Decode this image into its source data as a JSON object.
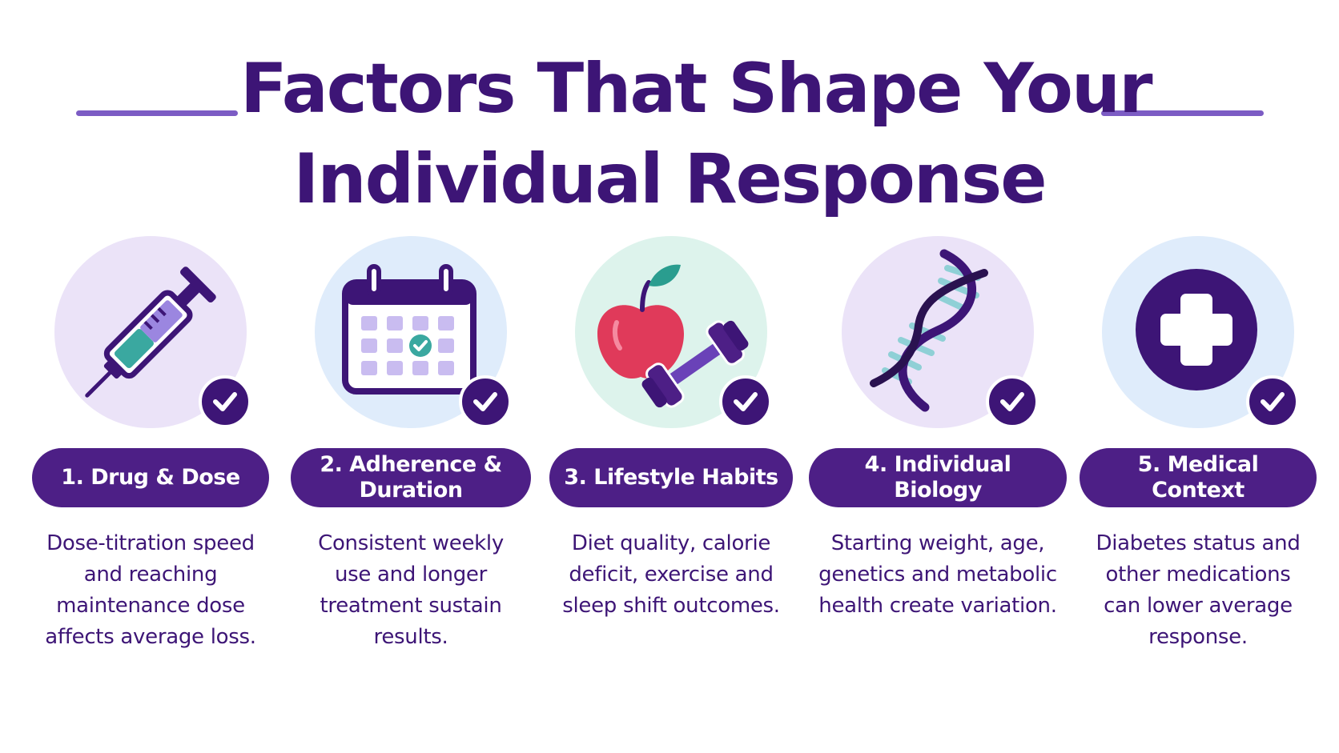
{
  "header": {
    "title_line1": "Factors That Shape Your",
    "title_line2": "Individual Response"
  },
  "colors": {
    "primary": "#3d1576",
    "pill": "#4d1f86",
    "accent_rule": "#7c5cc4",
    "circle_lavender": "#ebe3f8",
    "circle_blue": "#dfecfb",
    "circle_mint": "#ddf3ec"
  },
  "factors": [
    {
      "label": "1. Drug & Dose",
      "description": "Dose-titration speed\nand reaching\nmaintenance dose\naffects average loss.",
      "icon": "syringe-icon"
    },
    {
      "label": "2. Adherence &\nDuration",
      "description": "Consistent weekly\nuse and longer\ntreatment sustain\nresults.",
      "icon": "calendar-icon"
    },
    {
      "label": "3. Lifestyle Habits",
      "description": "Diet quality, calorie\ndeficit, exercise and\nsleep shift outcomes.",
      "icon": "apple-dumbbell-icon"
    },
    {
      "label": "4. Individual Biology",
      "description": "Starting weight, age,\ngenetics and metabolic\nhealth create variation.",
      "icon": "dna-icon"
    },
    {
      "label": "5. Medical Context",
      "description": "Diabetes status and\nother medications\ncan lower average\nresponse.",
      "icon": "medical-cross-icon"
    }
  ]
}
